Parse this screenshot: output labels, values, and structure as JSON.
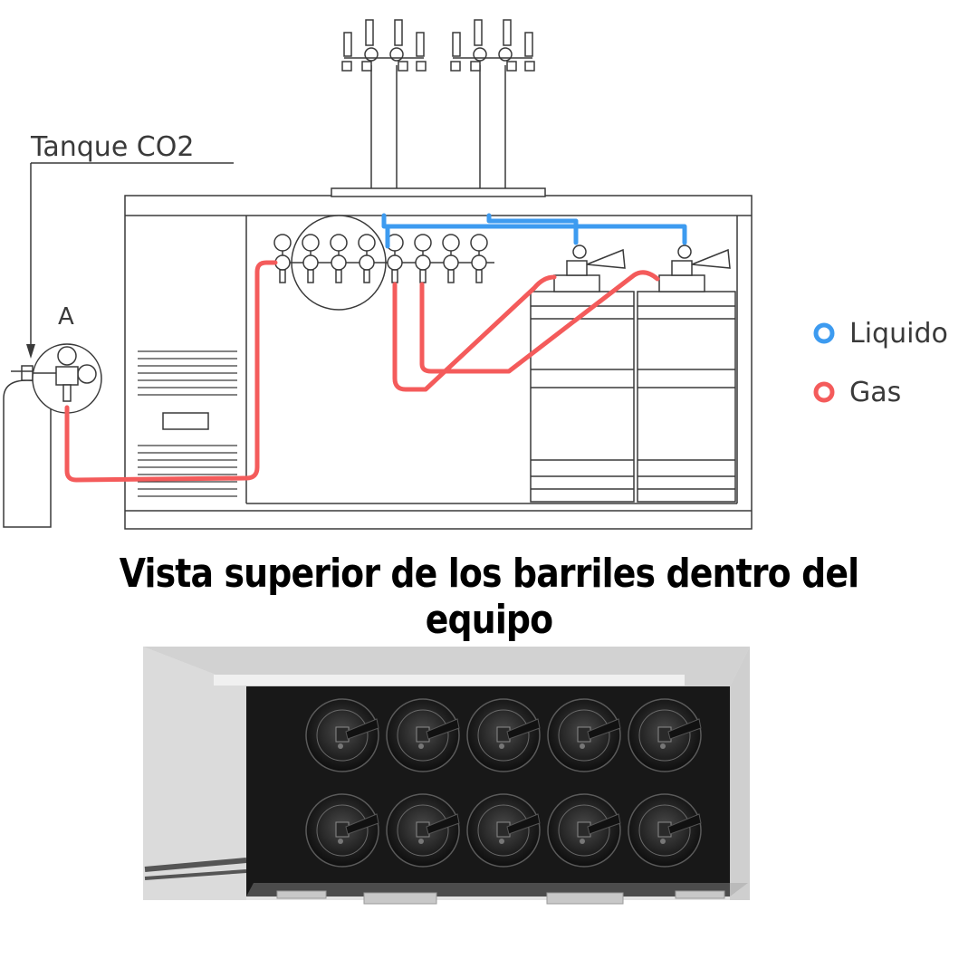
{
  "diagram": {
    "labels": {
      "tank": "Tanque CO2",
      "point_a": "A"
    },
    "legend": [
      {
        "label": "Liquido",
        "color": "#3d9bf0"
      },
      {
        "label": "Gas",
        "color": "#f45b5b"
      }
    ],
    "colors": {
      "liquid": "#3d9bf0",
      "gas": "#f45b5b",
      "outline": "#3a3a3a"
    }
  },
  "heading": "Vista superior de los barriles dentro del equipo",
  "top_view": {
    "keg_rows": 2,
    "kegs_per_row": 5
  }
}
